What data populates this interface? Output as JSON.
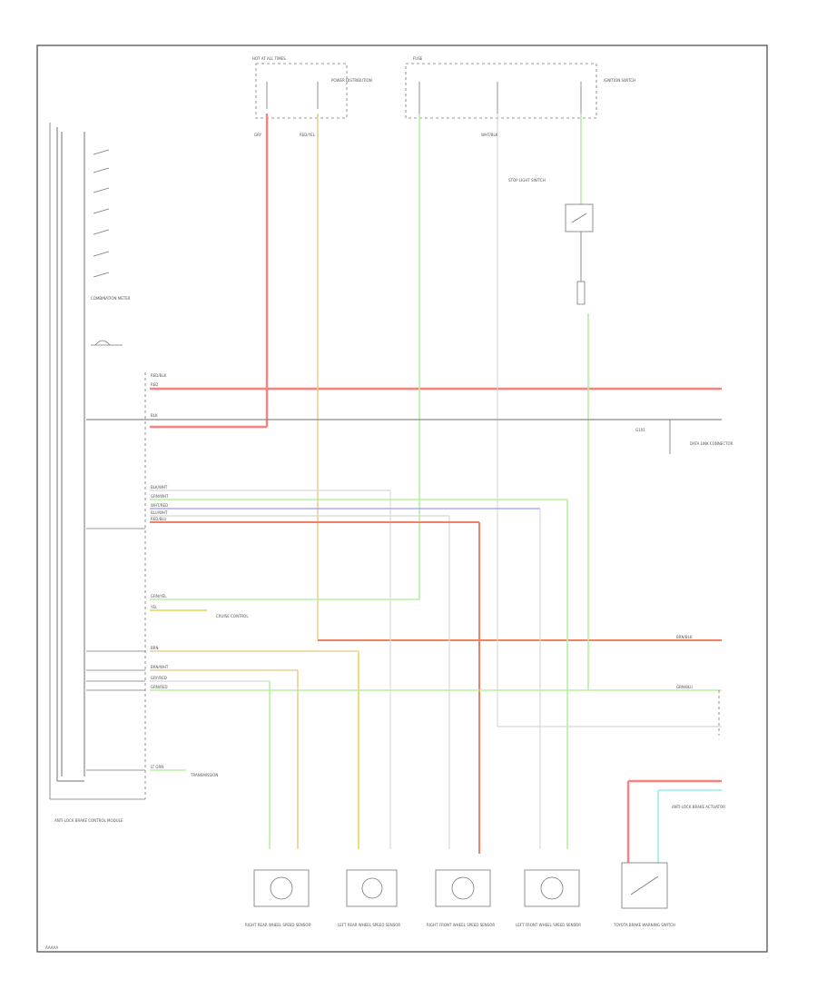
{
  "diagram": {
    "footer_code": "AAAAA",
    "ecu_label": "ANTI-LOCK BRAKE CONTROL MODULE",
    "fuse_top_left": "HOT AT ALL TIMES",
    "fuse_label": "FUSE",
    "ground_label": "G101",
    "wire_colors": [
      "RED",
      "RED/BLK",
      "BLK",
      "BLK/WHT",
      "GRN/WHT",
      "WHT/RED",
      "BLU/WHT",
      "RED/BLU",
      "YEL",
      "GRN/YEL",
      "BRN",
      "BRN/WHT",
      "GRY/RED",
      "GRY",
      "GRN/RED",
      "BRN/BLK",
      "WHT/BLK",
      "RED/YEL",
      "GRN/BLU",
      "LT GRN"
    ],
    "sensors": [
      "RIGHT REAR WHEEL SPEED SENSOR",
      "LEFT REAR WHEEL SPEED SENSOR",
      "RIGHT FRONT WHEEL SPEED SENSOR",
      "LEFT FRONT WHEEL SPEED SENSOR",
      "TOYOTA BRAKE WARNING SWITCH"
    ],
    "notes": [
      "DATA LINK CONNECTOR",
      "COMBINATION METER",
      "POWER DISTRIBUTION",
      "STOP LIGHT SWITCH",
      "IGNITION SWITCH",
      "ANTI-LOCK BRAKE ACTUATOR",
      "CRUISE CONTROL",
      "TRANSMISSION"
    ]
  }
}
